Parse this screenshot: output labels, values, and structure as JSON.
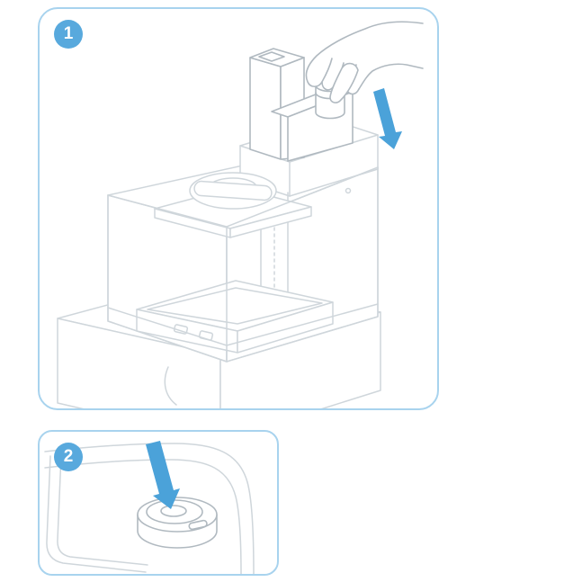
{
  "theme": {
    "canvas_bg": "#FFFFFF",
    "panel_border": "#A8D3EE",
    "badge_bg": "#58A9DD",
    "badge_text": "#FFFFFF",
    "line_light": "#CFD6DB",
    "line_mid": "#B0B9C0",
    "arrow_blue": "#4BA2D9"
  },
  "steps": [
    {
      "number": "1",
      "illustration": "hand-inserting-resin-cartridge-into-printer",
      "arrow": "down-arrow"
    },
    {
      "number": "2",
      "illustration": "cartridge-vent-cap-close-up",
      "arrow": "down-arrow"
    }
  ]
}
